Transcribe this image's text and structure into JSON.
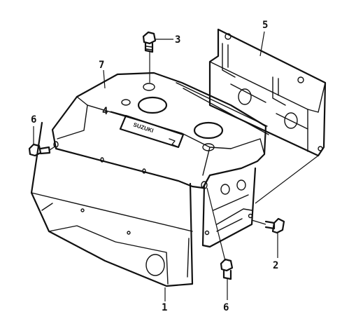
{
  "diagram": {
    "callouts": [
      {
        "id": "1",
        "label": "1"
      },
      {
        "id": "2",
        "label": "2"
      },
      {
        "id": "3",
        "label": "3"
      },
      {
        "id": "4",
        "label": "4"
      },
      {
        "id": "5",
        "label": "5"
      },
      {
        "id": "6a",
        "label": "6"
      },
      {
        "id": "6b",
        "label": "6"
      },
      {
        "id": "7",
        "label": "7"
      }
    ],
    "badge_text": "SUZUKI"
  }
}
